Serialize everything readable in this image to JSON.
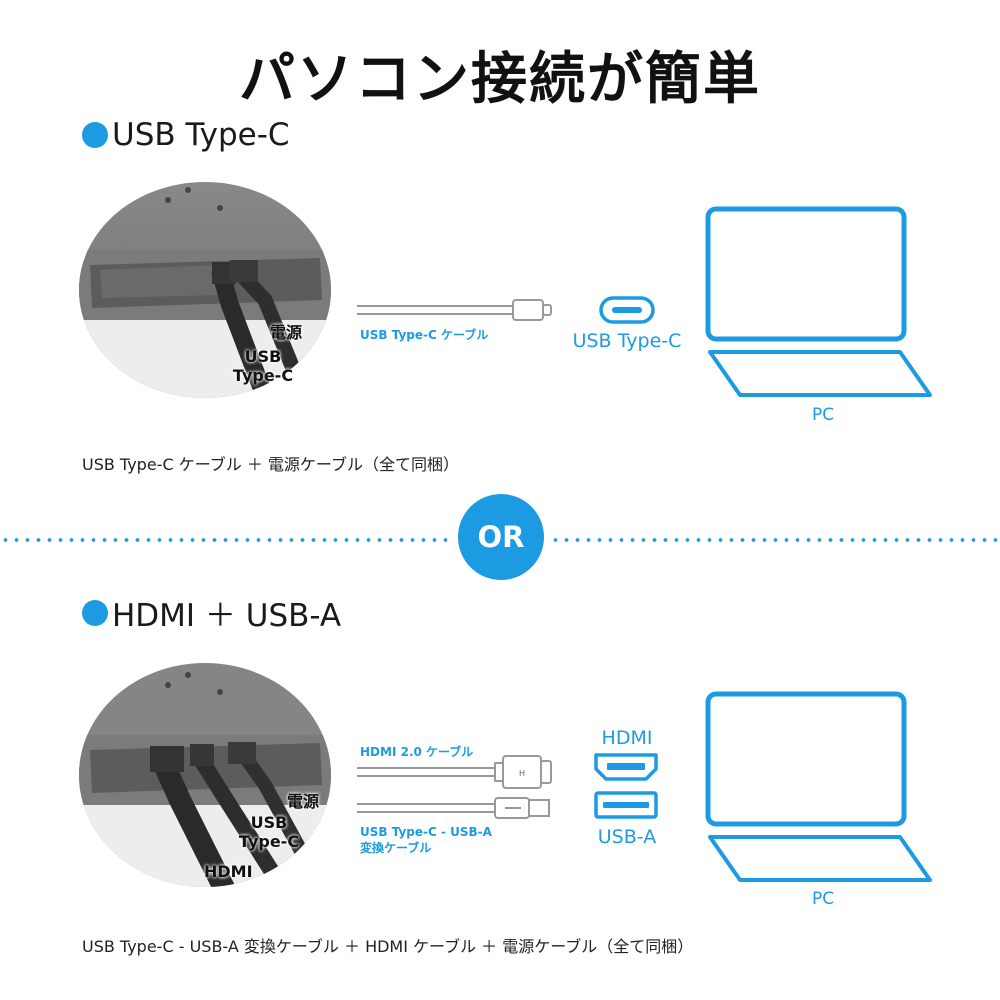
{
  "title": "パソコン接続が簡単",
  "or_label": "OR",
  "accent_color": "#1d9be2",
  "section1": {
    "heading": "USB Type-C",
    "photo_labels": {
      "power": "電源",
      "usb_line1": "USB",
      "usb_line2": "Type-C"
    },
    "cable_label": "USB Type-C ケーブル",
    "port_label": "USB Type-C",
    "pc_label": "PC",
    "caption": "USB Type-C ケーブル ＋ 電源ケーブル（全て同梱）"
  },
  "section2": {
    "heading": "HDMI ＋ USB-A",
    "photo_labels": {
      "power": "電源",
      "usb_line1": "USB",
      "usb_line2": "Type-C",
      "hdmi": "HDMI"
    },
    "hdmi_cable_label": "HDMI 2.0 ケーブル",
    "usb_cable_label_line1": "USB Type-C - USB-A",
    "usb_cable_label_line2": "変換ケーブル",
    "hdmi_port_label": "HDMI",
    "usba_port_label": "USB-A",
    "pc_label": "PC",
    "caption": "USB Type-C - USB-A 変換ケーブル ＋ HDMI ケーブル ＋ 電源ケーブル（全て同梱）"
  }
}
